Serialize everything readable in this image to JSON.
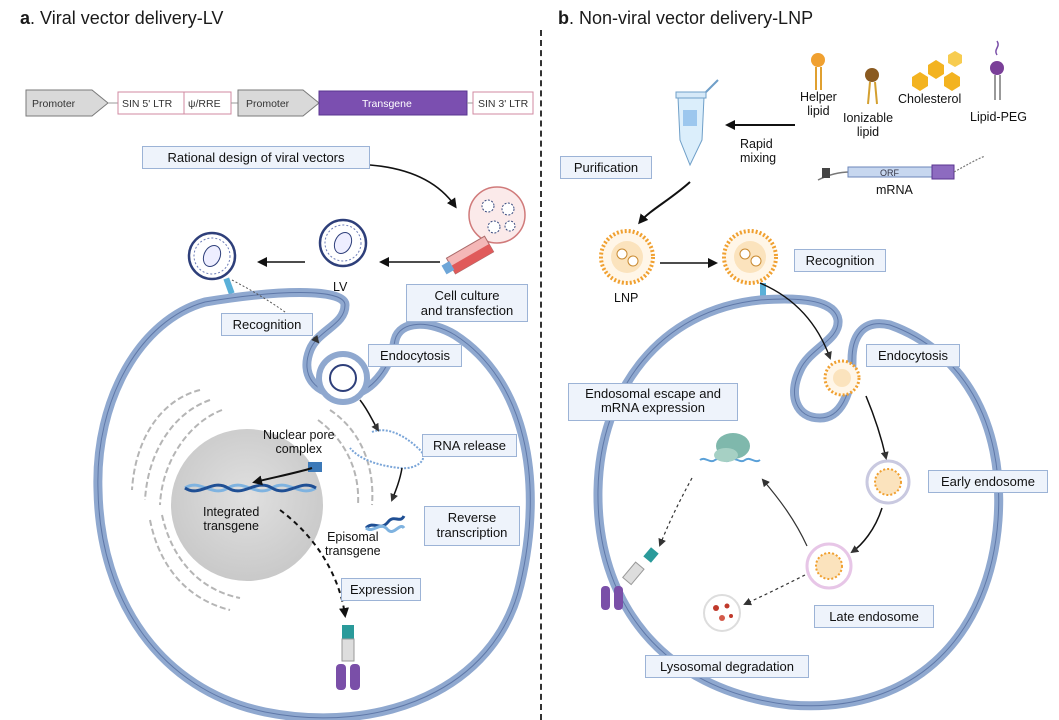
{
  "panel_a": {
    "letter": "a",
    "title": ". Viral vector delivery-LV",
    "construct": {
      "promoter_1": "Promoter",
      "sin5": "SIN 5' LTR",
      "psi_rre": "ψ/RRE",
      "promoter_2": "Promoter",
      "transgene": "Transgene",
      "sin3": "SIN 3' LTR"
    },
    "labels": {
      "rational_design": "Rational design of viral vectors",
      "lv": "LV",
      "cell_culture_1": "Cell culture",
      "cell_culture_2": "and transfection",
      "recognition": "Recognition",
      "endocytosis": "Endocytosis",
      "nuclear_pore_1": "Nuclear pore",
      "nuclear_pore_2": "complex",
      "rna_release": "RNA release",
      "integrated_1": "Integrated",
      "integrated_2": "transgene",
      "episomal_1": "Episomal",
      "episomal_2": "transgene",
      "reverse_1": "Reverse",
      "reverse_2": "transcription",
      "expression": "Expression"
    }
  },
  "panel_b": {
    "letter": "b",
    "title": ". Non-viral vector delivery-LNP",
    "labels": {
      "helper_1": "Helper",
      "helper_2": "lipid",
      "ionizable_1": "Ionizable",
      "ionizable_2": "lipid",
      "cholesterol": "Cholesterol",
      "lipid_peg": "Lipid-PEG",
      "rapid_1": "Rapid",
      "rapid_2": "mixing",
      "orf": "ORF",
      "mrna": "mRNA",
      "purification": "Purification",
      "lnp": "LNP",
      "recognition": "Recognition",
      "endocytosis": "Endocytosis",
      "escape_1": "Endosomal escape and",
      "escape_2": "mRNA expression",
      "early_endosome": "Early endosome",
      "late_endosome": "Late endosome",
      "lysosomal": "Lysosomal degradation"
    }
  },
  "colors": {
    "membrane": "#8fa8cf",
    "membrane_edge": "#5f78a8",
    "label_fill": "#eef3fb",
    "label_border": "#9cb3d6",
    "transgene": "#7b4fb0",
    "lnp_orange": "#f0a030",
    "virus_navy": "#2e3f7a",
    "dna_blue": "#2d6fb6"
  }
}
